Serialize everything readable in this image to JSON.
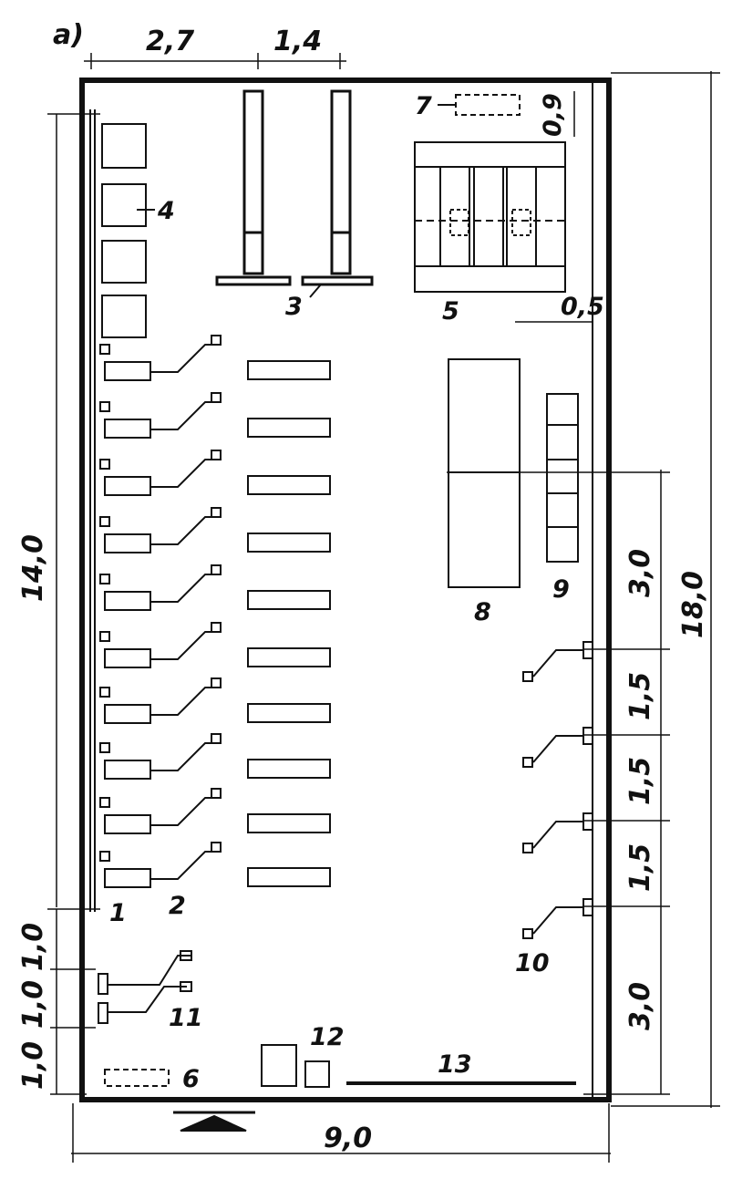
{
  "figure_label": "a)",
  "dimensions": {
    "top_left": "2,7",
    "top_right": "1,4",
    "corner_top": "0,9",
    "corner_right": "0,5",
    "left_height": "14,0",
    "total_height": "18,0",
    "total_width": "9,0",
    "left_lower_1": "1,0",
    "left_lower_2": "1,0",
    "left_lower_3": "1,0",
    "right_1": "3,0",
    "right_2": "1,5",
    "right_3": "1,5",
    "right_4": "1,5",
    "right_5": "3,0"
  },
  "callouts": {
    "c1": "1",
    "c2": "2",
    "c3": "3",
    "c4": "4",
    "c5": "5",
    "c6": "6",
    "c7": "7",
    "c8": "8",
    "c9": "9",
    "c10": "10",
    "c11": "11",
    "c12": "12",
    "c13": "13"
  },
  "colors": {
    "ink": "#111111",
    "paper": "#ffffff"
  }
}
